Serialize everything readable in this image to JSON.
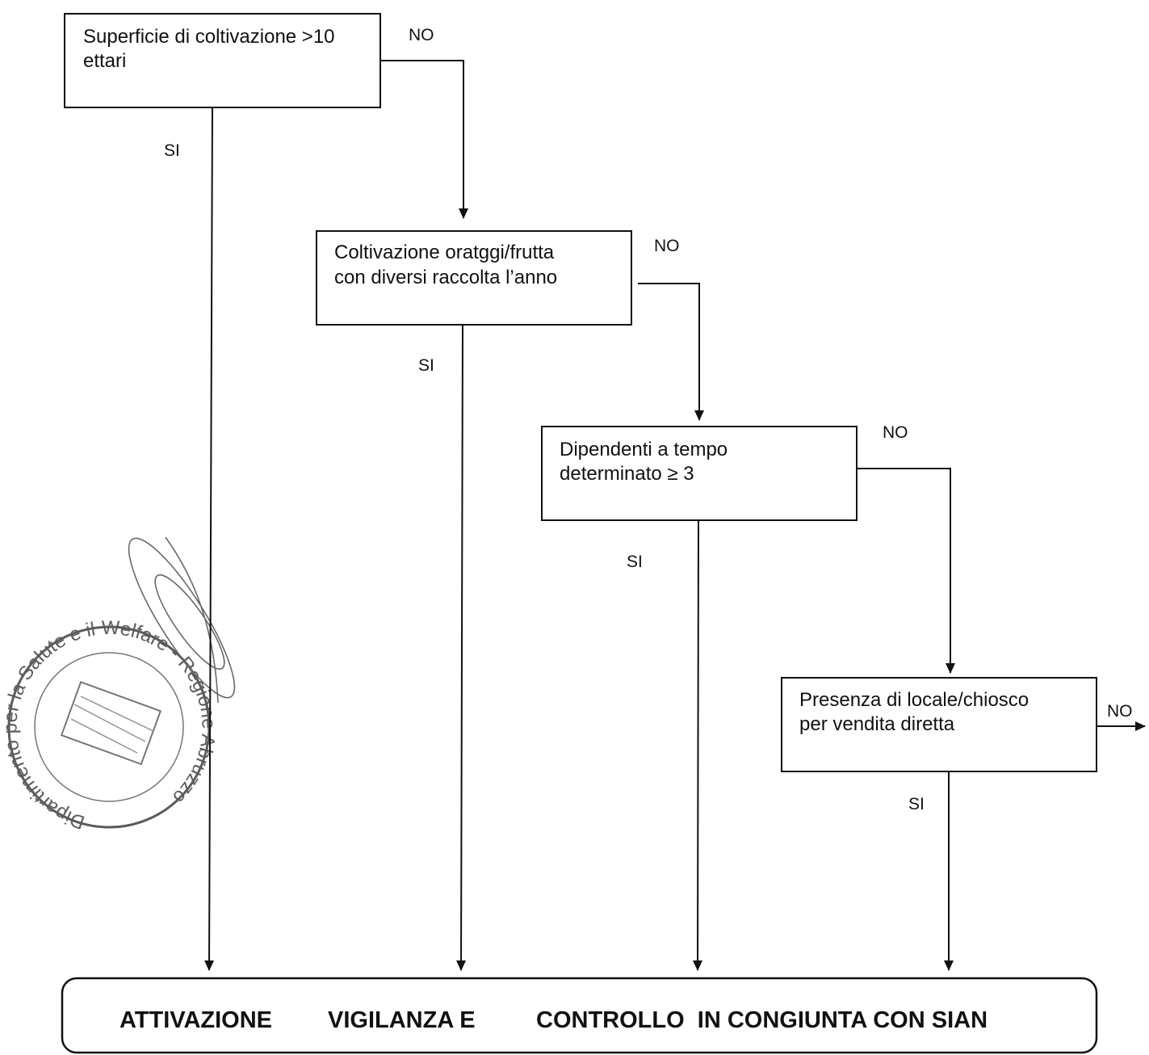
{
  "decisions": [
    {
      "lines": [
        "Superficie di coltivazione >10",
        "ettari"
      ],
      "yes_label": "SI",
      "no_label": "NO"
    },
    {
      "lines": [
        "Coltivazione oratggi/frutta",
        "con diversi raccolta l’anno"
      ],
      "yes_label": "SI",
      "no_label": "NO"
    },
    {
      "lines": [
        "Dipendenti a tempo",
        "determinato  ≥ 3"
      ],
      "yes_label": "SI",
      "no_label": "NO"
    },
    {
      "lines": [
        "Presenza di locale/chiosco",
        "per vendita diretta"
      ],
      "yes_label": "SI",
      "no_label": "NO"
    }
  ],
  "outcome": {
    "parts": [
      "ATTIVAZIONE",
      "VIGILANZA E",
      "CONTROLLO  IN CONGIUNTA CON SIAN"
    ]
  },
  "stamp": {
    "text": "Dipartimento per la Salute e il Welfare - Regione Abruzzo"
  },
  "colors": {
    "ink": "#111111",
    "background": "#ffffff",
    "stamp": "#333333"
  }
}
